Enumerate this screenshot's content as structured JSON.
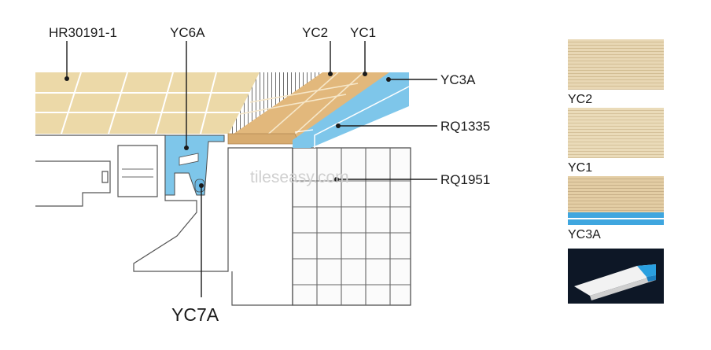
{
  "labels": {
    "hr30191": "HR30191-1",
    "yc6a": "YC6A",
    "yc2": "YC2",
    "yc1": "YC1",
    "yc3a": "YC3A",
    "rq1335": "RQ1335",
    "rq1951": "RQ1951",
    "yc7a": "YC7A"
  },
  "watermark": "tileseasy.com",
  "swatches": [
    {
      "label": "YC2"
    },
    {
      "label": "YC1"
    },
    {
      "label": "YC3A"
    },
    {
      "label": ""
    }
  ],
  "colors": {
    "tile_beige": "#ecd9a8",
    "tile_orange": "#e2b87c",
    "pool_blue": "#7ec6ea",
    "grout": "#ffffff",
    "line": "#3a3a3a"
  }
}
